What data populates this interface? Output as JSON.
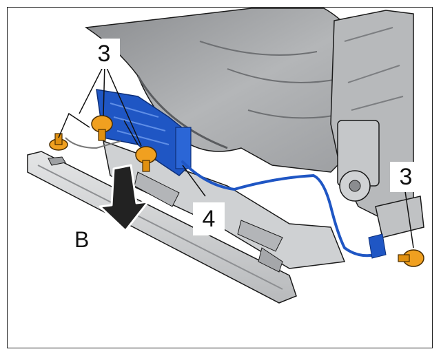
{
  "callouts": {
    "bolts_left": "3",
    "wiring_harness": "4",
    "bolt_right": "3",
    "direction": "B"
  },
  "colors": {
    "harness_blue": "#1f56c4",
    "bolt_orange": "#f0a020",
    "seat_gray": "#a9abae",
    "outline": "#1a1a1a"
  }
}
